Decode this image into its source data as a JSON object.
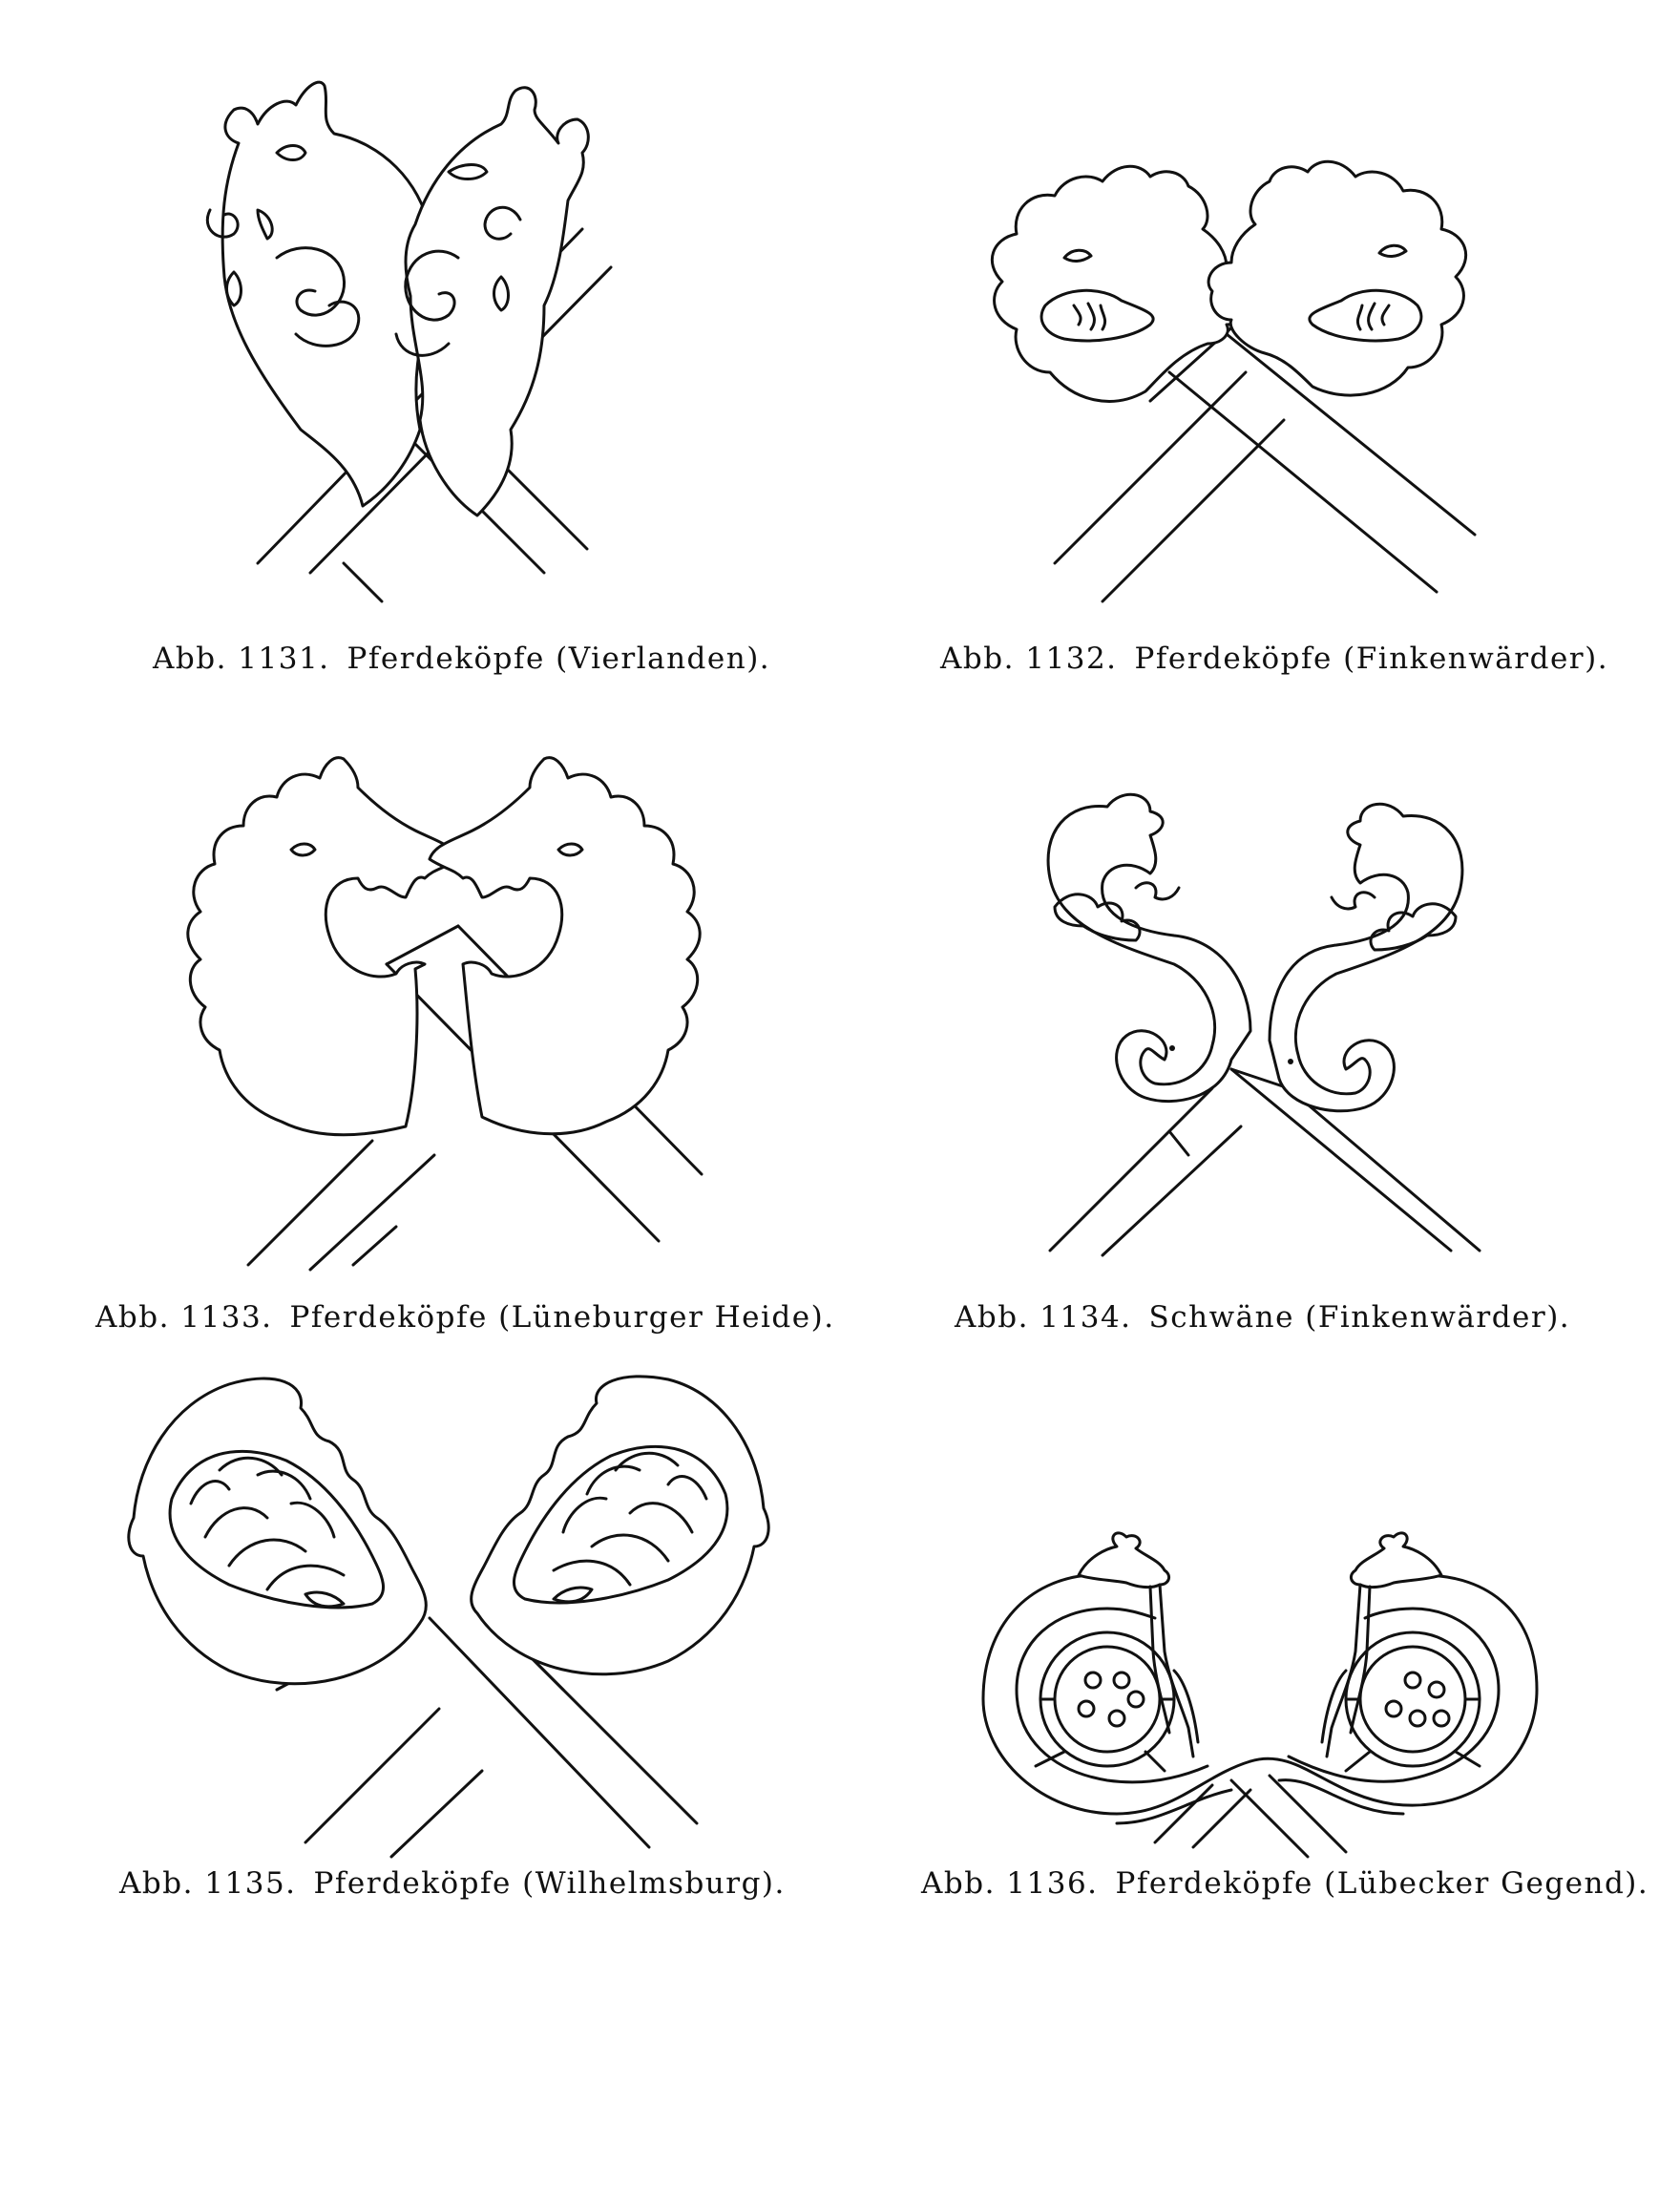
{
  "page": {
    "background": "#ffffff",
    "ink": "#111111"
  },
  "figures": [
    {
      "id": "1131",
      "number": "Abb. 1131.",
      "title": "Pferdeköpfe (Vierlanden)."
    },
    {
      "id": "1132",
      "number": "Abb. 1132.",
      "title": "Pferdeköpfe (Finkenwärder)."
    },
    {
      "id": "1133",
      "number": "Abb. 1133.",
      "title": "Pferdeköpfe (Lüneburger Heide)."
    },
    {
      "id": "1134",
      "number": "Abb. 1134.",
      "title": "Schwäne (Finkenwärder)."
    },
    {
      "id": "1135",
      "number": "Abb. 1135.",
      "title": "Pferdeköpfe (Wilhelmsburg)."
    },
    {
      "id": "1136",
      "number": "Abb. 1136.",
      "title": "Pferdeköpfe (Lübecker Gegend)."
    }
  ]
}
